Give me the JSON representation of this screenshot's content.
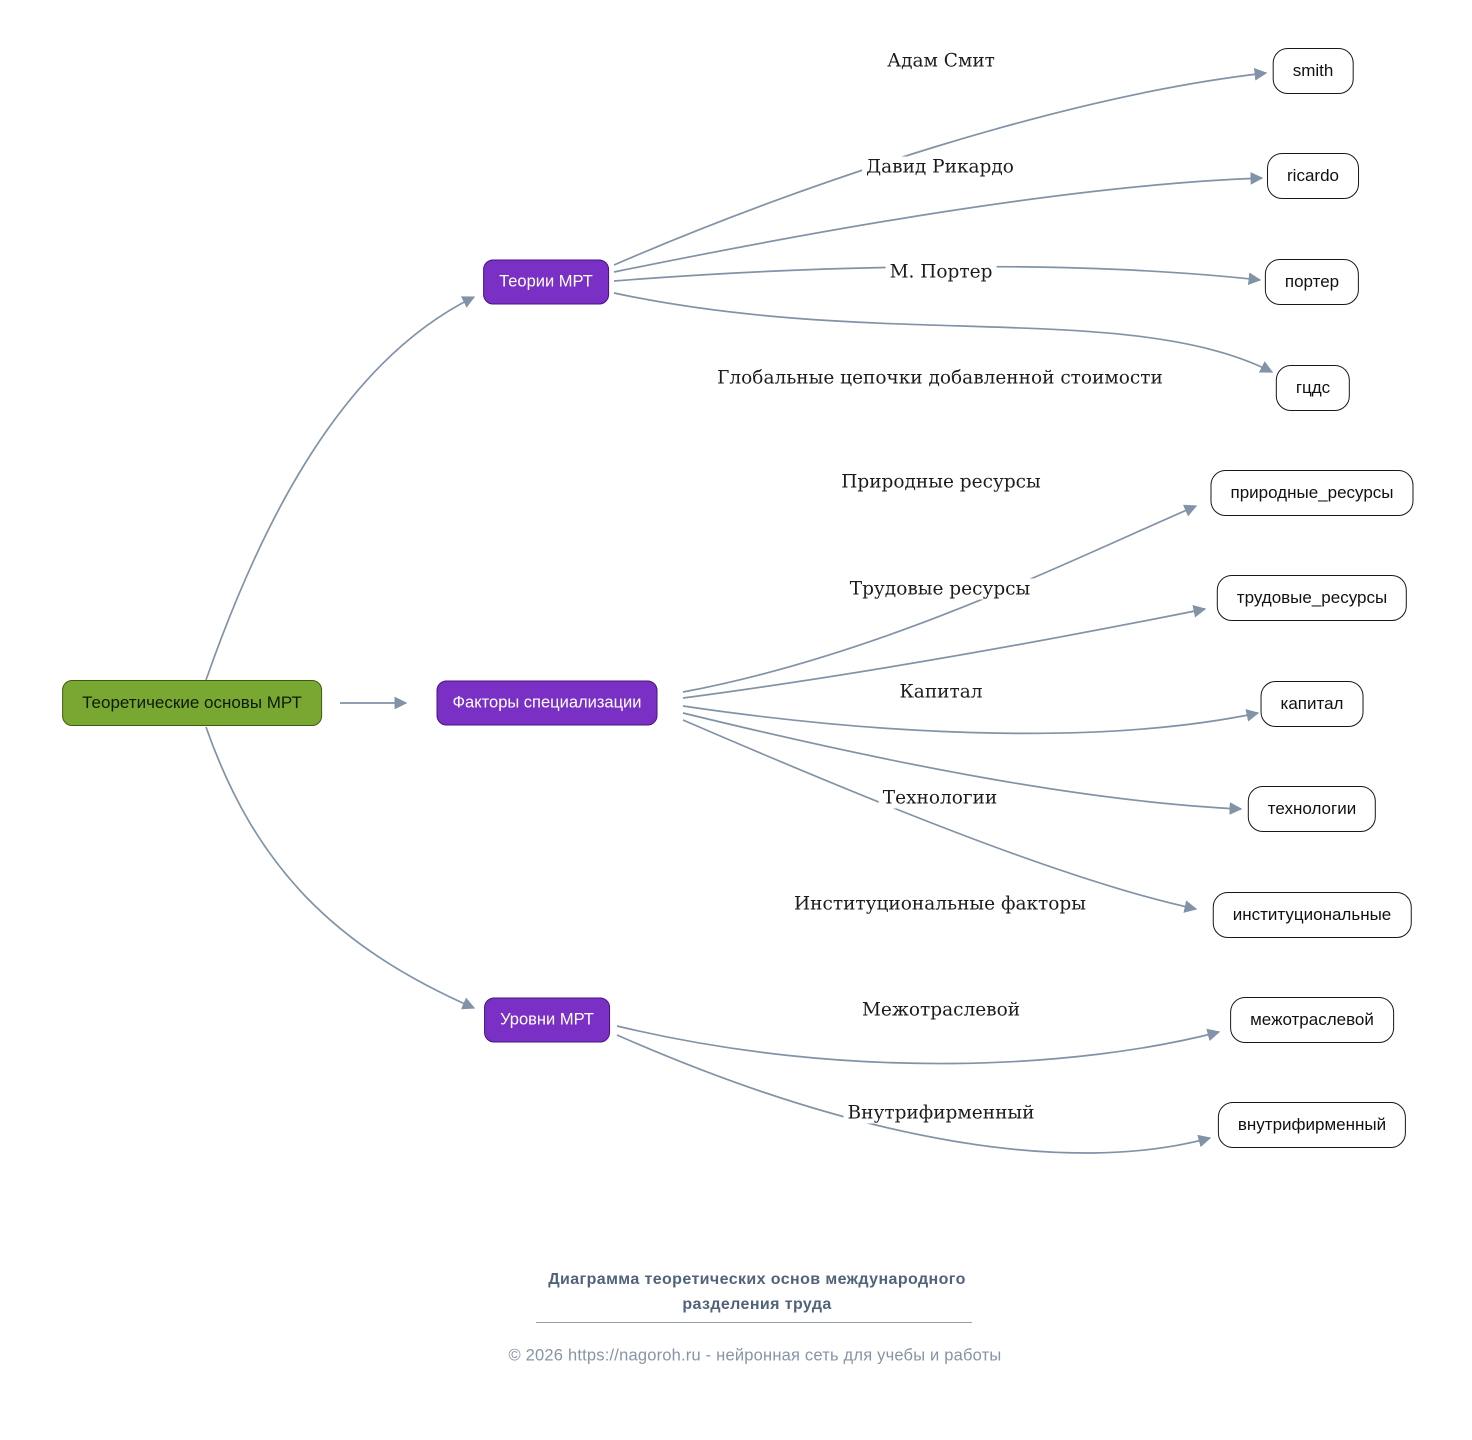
{
  "diagram": {
    "root": {
      "label": "Теоретические основы МРТ"
    },
    "branches": [
      {
        "label": "Теории МРТ",
        "children": [
          {
            "edge_label": "Адам Смит",
            "node": "smith"
          },
          {
            "edge_label": "Давид Рикардо",
            "node": "ricardo"
          },
          {
            "edge_label": "М. Портер",
            "node": "портер"
          },
          {
            "edge_label": "Глобальные цепочки добавленной стоимости",
            "node": "гцдс"
          }
        ]
      },
      {
        "label": "Факторы специализации",
        "children": [
          {
            "edge_label": "Природные ресурсы",
            "node": "природные_ресурсы"
          },
          {
            "edge_label": "Трудовые ресурсы",
            "node": "трудовые_ресурсы"
          },
          {
            "edge_label": "Капитал",
            "node": "капитал"
          },
          {
            "edge_label": "Технологии",
            "node": "технологии"
          },
          {
            "edge_label": "Институциональные факторы",
            "node": "институциональные"
          }
        ]
      },
      {
        "label": "Уровни МРТ",
        "children": [
          {
            "edge_label": "Межотраслевой",
            "node": "межотраслевой"
          },
          {
            "edge_label": "Внутрифирменный",
            "node": "внутрифирменный"
          }
        ]
      }
    ]
  },
  "footer": {
    "title_line1": "Диаграмма теоретических основ международного",
    "title_line2": "разделения труда",
    "copyright": "© 2026 https://nagoroh.ru - нейронная сеть для учебы и работы"
  },
  "colors": {
    "root_fill": "#79A832",
    "branch_fill": "#7A30C5",
    "leaf_fill": "#FFFFFF",
    "leaf_border": "#15181D",
    "edge": "#8193A7"
  }
}
